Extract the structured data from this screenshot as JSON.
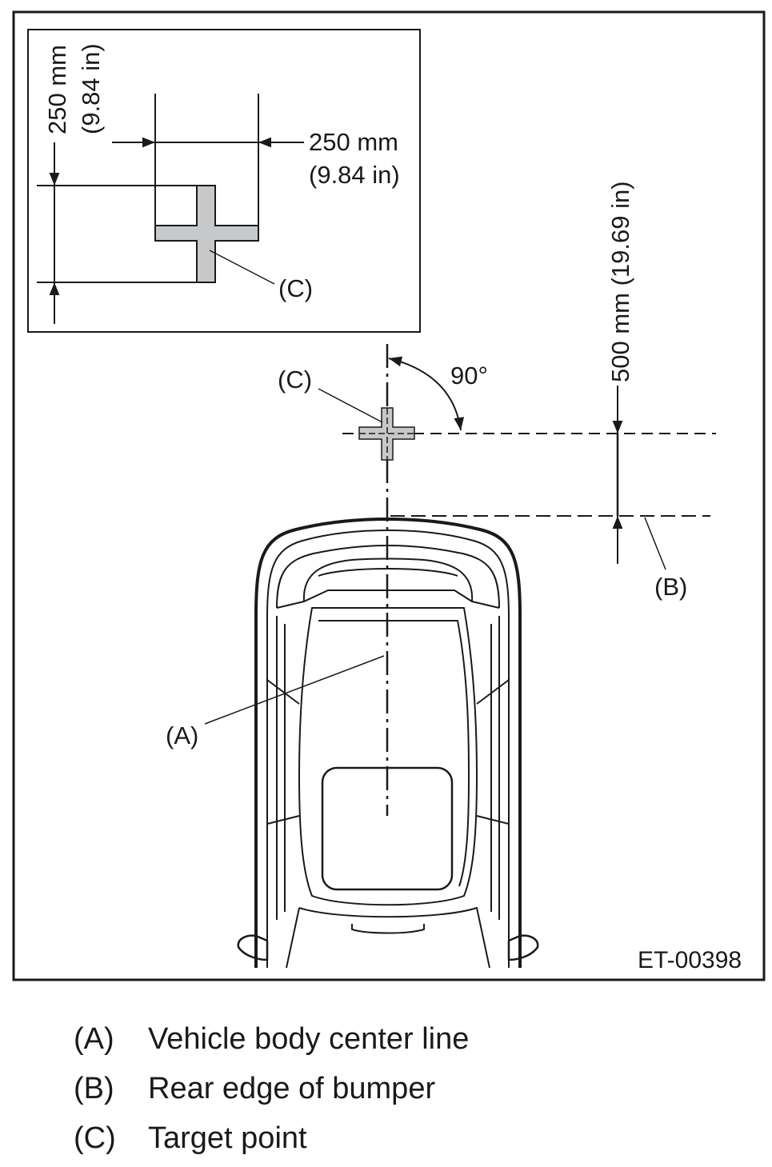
{
  "figure_code": "ET-00398",
  "inset": {
    "height_dim": {
      "metric": "250 mm",
      "imperial": "(9.84 in)"
    },
    "width_dim": {
      "metric": "250 mm",
      "imperial": "(9.84 in)"
    },
    "callout": "(C)"
  },
  "main": {
    "angle": "90°",
    "distance_dim": "500 mm (19.69 in)",
    "callouts": {
      "target": "(C)",
      "bumper": "(B)",
      "centerline": "(A)"
    }
  },
  "legend": [
    {
      "key": "(A)",
      "text": "Vehicle body center line"
    },
    {
      "key": "(B)",
      "text": "Rear edge of bumper"
    },
    {
      "key": "(C)",
      "text": "Target point"
    }
  ],
  "colors": {
    "line": "#1a1a1a",
    "target_fill": "#c6c8ca",
    "background": "#ffffff"
  }
}
